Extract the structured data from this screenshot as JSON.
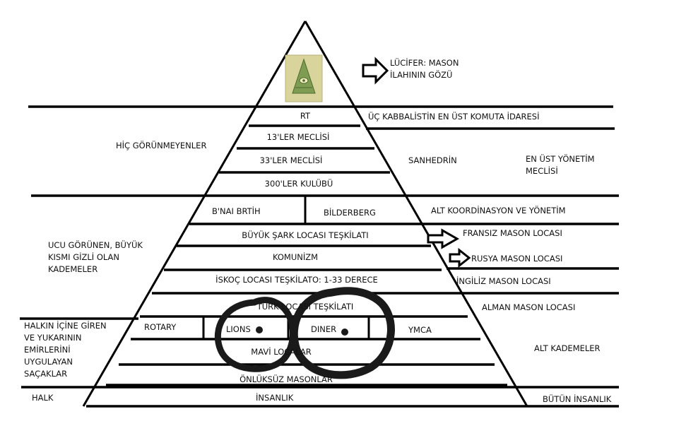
{
  "labels": {
    "lucifer": [
      "LÜCİFER: MASON",
      "İLAHININ GÖZÜ"
    ],
    "rt": "RT",
    "kabbalist": "ÜÇ KABBALİSTİN EN ÜST KOMUTA İDARESİ",
    "hic": "HİÇ GÖRÜNMEYENLER",
    "meclis13": "13'LER MECLİSİ",
    "meclis33": "33'LER MECLİSİ",
    "sanhedrin": "SANHEDRİN",
    "enust": [
      "EN ÜST YÖNETİM",
      "MECLİSİ"
    ],
    "kulup300": "300'LER KULÜBÜ",
    "bnai": "B'NAI BRTİH",
    "bilderberg": "BİLDERBERG",
    "altkoord": "ALT KOORDİNASYON VE YÖNETİM",
    "ucu": [
      "UCU GÖRÜNEN, BÜYÜK",
      "KISMI GİZLİ OLAN",
      "KADEMELER"
    ],
    "buyuksark": "BÜYÜK ŞARK LOCASI TEŞKİLATI",
    "fransiz": "FRANSIZ MASON LOCASI",
    "komunizm": "KOMUNİZM",
    "rusya": "RUSYA MASON LOCASI",
    "iskoc": "İSKOÇ LOCASI TEŞKİLATO: 1-33 DERECE",
    "ingiliz": "İNGİLİZ MASON LOCASI",
    "turk": "TÜRK LOCASI TEŞKİLATI",
    "alman": "ALMAN MASON LOCASI",
    "halkin": [
      "HALKIN İÇİNE GİREN",
      "VE YUKARININ",
      "EMİRLERİNİ",
      "UYGULAYAN",
      "SAÇAKLAR"
    ],
    "rotary": "ROTARY",
    "lions": "LIONS",
    "diner": "DINER",
    "ymca": "YMCA",
    "altkademe": "ALT KADEMELER",
    "mavi": "MAVİ LOCALAR",
    "onluksuz": "ÖNLÜKSÜZ MASONLAR",
    "halk": "HALK",
    "insanlik": "İNSANLIK",
    "butun": "BÜTÜN İNSANLIK"
  },
  "icons": {
    "eye": "all-seeing-eye-pyramid-icon",
    "arrow": "outline-arrow-right-icon"
  },
  "colors": {
    "line": "#000000",
    "eye_bg": "#d8d49c",
    "eye_pyramid": "#7f9d52"
  }
}
